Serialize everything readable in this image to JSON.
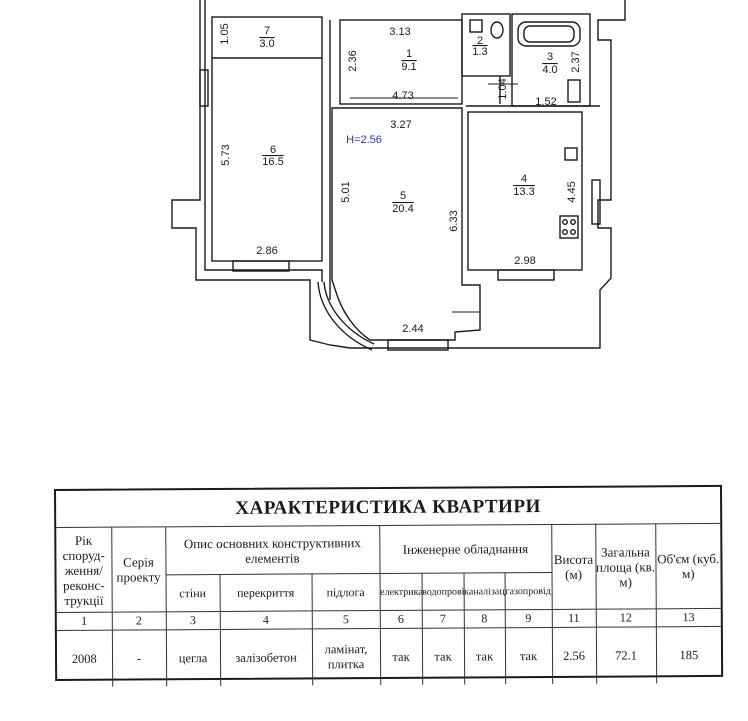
{
  "plan": {
    "height_label": "H=2.56",
    "rooms": [
      {
        "number": "1",
        "area": "9.1"
      },
      {
        "number": "2",
        "area": "1.3"
      },
      {
        "number": "3",
        "area": "4.0"
      },
      {
        "number": "4",
        "area": "13.3"
      },
      {
        "number": "5",
        "area": "20.4"
      },
      {
        "number": "6",
        "area": "16.5"
      },
      {
        "number": "7",
        "area": "3.0"
      }
    ],
    "dimensions": [
      "1.05",
      "3.13",
      "2.36",
      "4.73",
      "1.04",
      "1.52",
      "2.37",
      "3.27",
      "5.73",
      "5.01",
      "6.33",
      "4.45",
      "2.86",
      "2.98",
      "2.44"
    ]
  },
  "table": {
    "title": "ХАРАКТЕРИСТИКА КВАРТИРИ",
    "headers": {
      "year": "Рік споруд- ження/ реконс- трукції",
      "series": "Серія проекту",
      "construction": "Опис основних конструктивних елементів",
      "engineering": "Інженерне обладнання",
      "height": "Висота (м)",
      "area": "Загальна площа (кв. м)",
      "volume": "Об'єм (куб. м)",
      "walls": "стіни",
      "floors": "перекриття",
      "flooring": "підлога",
      "electric": "електрика",
      "water": "водопровід",
      "sewer": "каналізація",
      "gas": "газопровід"
    },
    "column_numbers": [
      "1",
      "2",
      "3",
      "4",
      "5",
      "6",
      "7",
      "8",
      "9",
      "11",
      "12",
      "13"
    ],
    "values": {
      "year": "2008",
      "series": "-",
      "walls": "цегла",
      "floors": "залізобетон",
      "flooring": "ламінат, плитка",
      "electric": "так",
      "water": "так",
      "sewer": "так",
      "gas": "так",
      "height": "2.56",
      "area": "72.1",
      "volume": "185"
    }
  }
}
